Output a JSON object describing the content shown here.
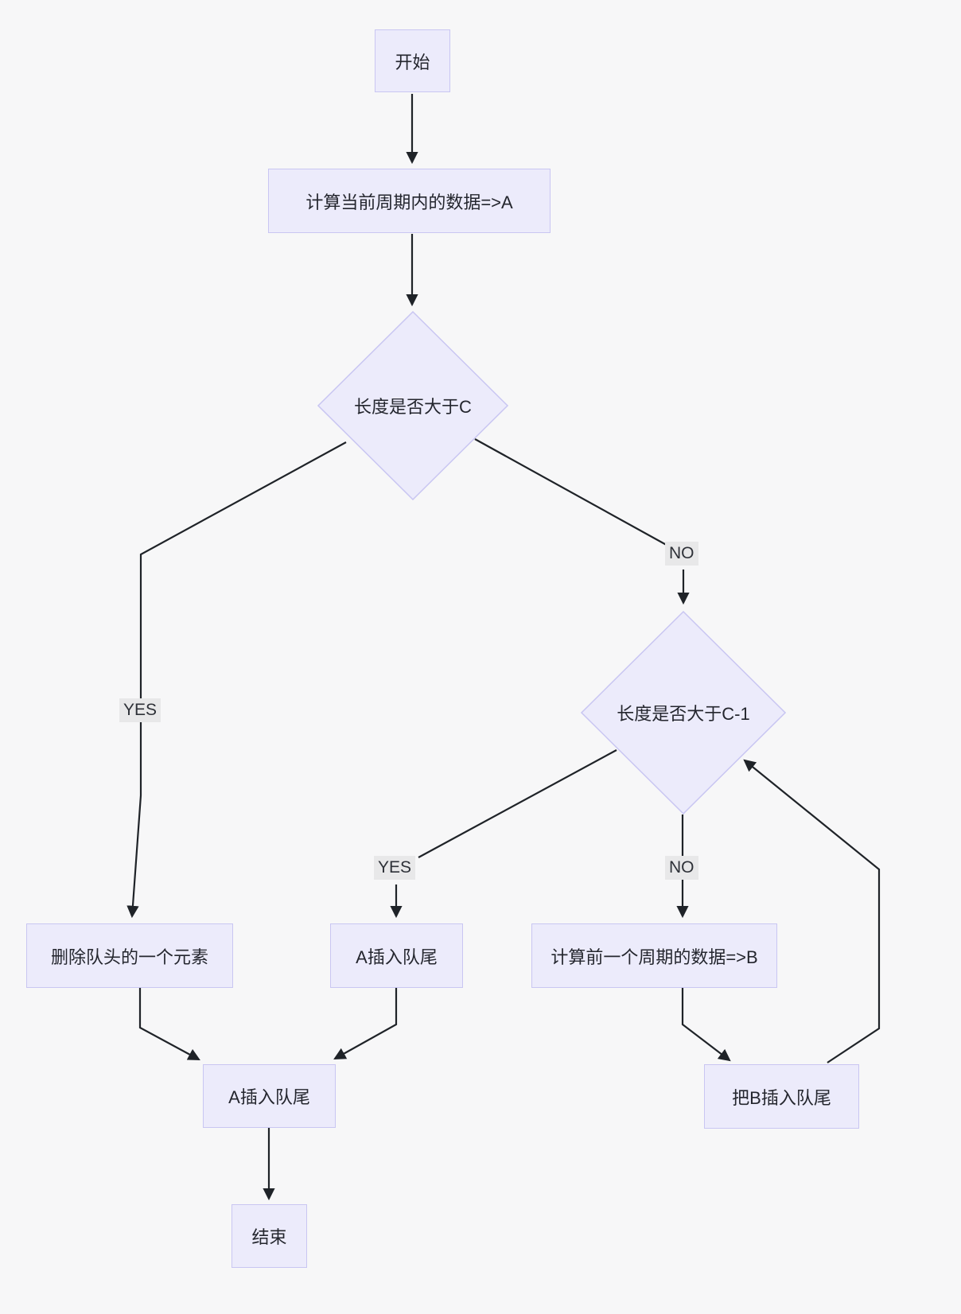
{
  "diagram": {
    "type": "flowchart",
    "direction": "top-down",
    "colors": {
      "page_background": "#F7F7F8",
      "node_fill": "#ECEBFB",
      "node_border": "#C9C6F2",
      "node_text": "#24262E",
      "edge_stroke": "#1F2328",
      "edge_label_background": "#E8E8E9",
      "edge_label_text": "#2E3138"
    },
    "nodes": {
      "start": {
        "label": "开始",
        "shape": "rect"
      },
      "calc_a": {
        "label": "计算当前周期内的数据=>A",
        "shape": "rect"
      },
      "check_c": {
        "label": "长度是否大于C",
        "shape": "diamond"
      },
      "check_c_minus_1": {
        "label": "长度是否大于C-1",
        "shape": "diamond"
      },
      "del_head": {
        "label": "删除队头的一个元素",
        "shape": "rect"
      },
      "insert_a_yes": {
        "label": "A插入队尾",
        "shape": "rect"
      },
      "calc_b": {
        "label": "计算前一个周期的数据=>B",
        "shape": "rect"
      },
      "insert_a_main": {
        "label": "A插入队尾",
        "shape": "rect"
      },
      "insert_b": {
        "label": "把B插入队尾",
        "shape": "rect"
      },
      "end": {
        "label": "结束",
        "shape": "rect"
      }
    },
    "edge_labels": {
      "yes1": "YES",
      "no1": "NO",
      "yes2": "YES",
      "no2": "NO"
    },
    "edges": [
      "开始 -> 计算当前周期内的数据=>A",
      "计算当前周期内的数据=>A -> 长度是否大于C",
      "长度是否大于C -YES-> 删除队头的一个元素",
      "长度是否大于C -NO-> 长度是否大于C-1",
      "长度是否大于C-1 -YES-> A插入队尾",
      "长度是否大于C-1 -NO-> 计算前一个周期的数据=>B",
      "删除队头的一个元素 -> A插入队尾",
      "A插入队尾(YES分支) -> A插入队尾",
      "计算前一个周期的数据=>B -> 把B插入队尾",
      "把B插入队尾 -> 长度是否大于C-1",
      "A插入队尾 -> 结束"
    ]
  }
}
